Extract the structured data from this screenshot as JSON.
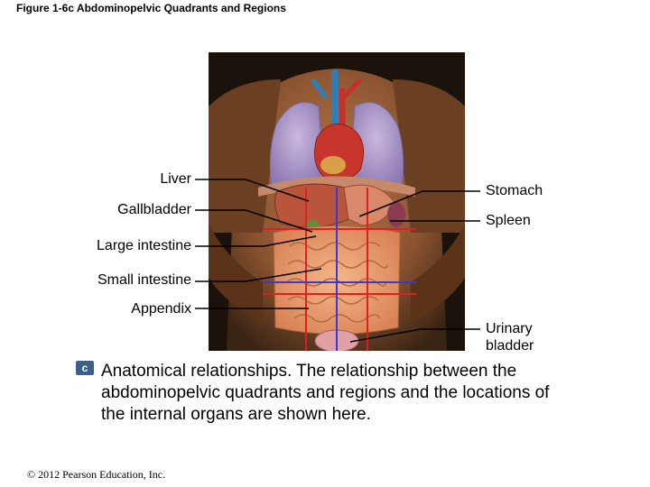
{
  "figure_title": "Figure 1-6c Abdominopelvic Quadrants and Regions",
  "labels": {
    "liver": "Liver",
    "gallbladder": "Gallbladder",
    "large_intestine": "Large intestine",
    "small_intestine": "Small intestine",
    "appendix": "Appendix",
    "stomach": "Stomach",
    "spleen": "Spleen",
    "urinary_bladder_line1": "Urinary",
    "urinary_bladder_line2": "bladder"
  },
  "badge": "c",
  "caption": "Anatomical relationships. The relationship between the abdominopelvic quadrants and regions and the locations of the internal organs are shown here.",
  "copyright": "© 2012 Pearson Education, Inc.",
  "colors": {
    "region_lines": "#e02020",
    "quadrant_lines": "#3a3ad0",
    "badge": "#3d5f8c"
  }
}
